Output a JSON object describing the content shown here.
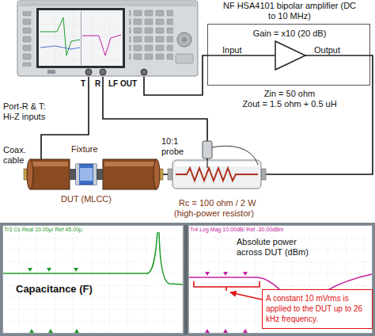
{
  "diagram": {
    "nodes": [
      {
        "text": [
          "T",
          "R",
          "LF OUT"
        ]
      },
      {
        "text": [
          "NF HSA4101 bipolar amplifier (DC to 10 MHz)",
          "Gain = x10 (20 dB)",
          "Input",
          "Output",
          "Zin = 50 ohm",
          "Zout = 1.5 ohm + 0.5 uH"
        ]
      },
      {
        "text": [
          "Fixture"
        ]
      },
      {
        "text": [
          "DUT (MLCC)"
        ],
        "in": 2
      },
      {
        "text": [
          "Rc = 100 ohm / 2 W",
          "(high-power resistor)"
        ]
      },
      {
        "text": [
          "Capacitance (F)"
        ]
      },
      {
        "text": [
          "Absolute power across DUT (dBm)"
        ]
      },
      {
        "text": [
          "A constant 10 mVrms is applied to the DUT up to 26 kHz frequency."
        ],
        "in": 6
      }
    ],
    "edges": [
      {
        "from": 0,
        "to": 2,
        "arrow": "none"
      },
      {
        "from": 0,
        "to": 4,
        "arrow": "none"
      },
      {
        "from": 0,
        "to": 1,
        "arrow": "none"
      },
      {
        "from": 1,
        "to": 4,
        "arrow": "none"
      },
      {
        "from": 2,
        "to": 4,
        "arrow": "none"
      }
    ],
    "labels": [
      "Port-R & T: Hi-Z inputs",
      "Coax. cable",
      "10:1 probe",
      "Tr3 Cs Real 10.00µ/ Ref 45.00µ",
      "Tr4 Log Mag 10.00dB/ Ref -30.00dBm"
    ]
  }
}
